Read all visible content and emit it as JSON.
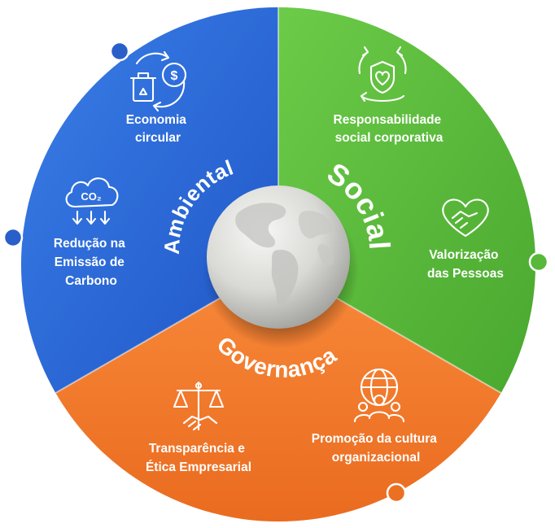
{
  "colors": {
    "ambiental": "#2f6fe0",
    "social": "#5cbd3d",
    "governanca": "#f07a2b",
    "text": "#ffffff"
  },
  "sections": {
    "ambiental": "Ambiental",
    "social": "Social",
    "governanca": "Governança"
  },
  "items": {
    "economia": {
      "line1": "Economia",
      "line2": "circular",
      "icon": "recycle-bin-coin-icon"
    },
    "reducao": {
      "line1": "Redução na",
      "line2": "Emissão de",
      "line3": "Carbono",
      "icon_text": "CO₂",
      "icon": "co2-cloud-icon"
    },
    "responsabilidade": {
      "line1": "Responsabilidade",
      "line2": "social corporativa",
      "icon": "hands-heart-shield-icon"
    },
    "valorizacao": {
      "line1": "Valorização",
      "line2": "das Pessoas",
      "icon": "heart-handshake-icon"
    },
    "transparencia": {
      "line1": "Transparência e",
      "line2": "Ética Empresarial",
      "icon": "scales-handshake-icon"
    },
    "promocao": {
      "line1": "Promoção da cultura",
      "line2": "organizacional",
      "icon": "globe-people-icon"
    }
  }
}
